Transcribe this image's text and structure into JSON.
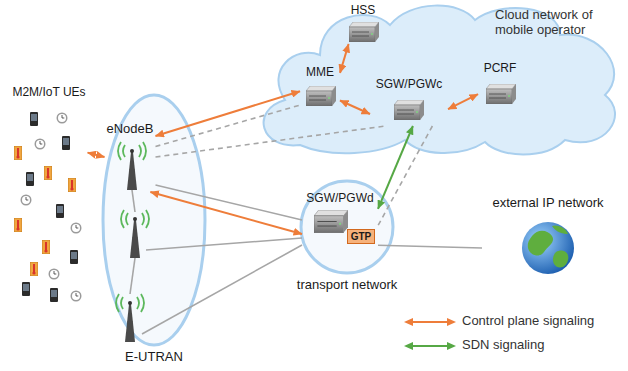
{
  "diagram": {
    "nodes": [
      {
        "text": [
          "Cloud network of mobile operator"
        ]
      },
      {
        "text": [
          "HSS"
        ],
        "in": 0
      },
      {
        "text": [
          "MME"
        ],
        "in": 0
      },
      {
        "text": [
          "SGW/PGWc"
        ],
        "in": 0
      },
      {
        "text": [
          "PCRF"
        ],
        "in": 0
      },
      {
        "text": [
          "E-UTRAN"
        ]
      },
      {
        "text": [
          "eNodeB"
        ],
        "in": 5
      },
      {
        "text": [
          "M2M/IoT UEs"
        ]
      },
      {
        "text": [
          "transport network"
        ]
      },
      {
        "text": [
          "SGW/PGWd"
        ],
        "in": 8
      },
      {
        "text": [
          "GTP"
        ],
        "in": 9
      },
      {
        "text": [
          "external IP network"
        ]
      }
    ],
    "edges": [
      {
        "from": 2,
        "to": 1,
        "arrow": "both"
      },
      {
        "from": 2,
        "to": 3,
        "arrow": "both"
      },
      {
        "from": 3,
        "to": 4,
        "arrow": "both"
      },
      {
        "from": 6,
        "to": 2,
        "arrow": "both"
      },
      {
        "from": 7,
        "to": 6,
        "arrow": "both"
      },
      {
        "from": 6,
        "to": 9,
        "arrow": "both"
      },
      {
        "from": 3,
        "to": 9,
        "arrow": "both"
      },
      {
        "from": 6,
        "to": 2,
        "arrow": "none"
      },
      {
        "from": 6,
        "to": 3,
        "arrow": "none"
      },
      {
        "from": 3,
        "to": 9,
        "arrow": "none"
      },
      {
        "from": 6,
        "to": 9,
        "arrow": "none"
      },
      {
        "from": 9,
        "to": 11,
        "arrow": "none"
      }
    ],
    "legend": [
      {
        "text": "Control plane signaling"
      },
      {
        "text": "SDN signaling"
      }
    ]
  }
}
